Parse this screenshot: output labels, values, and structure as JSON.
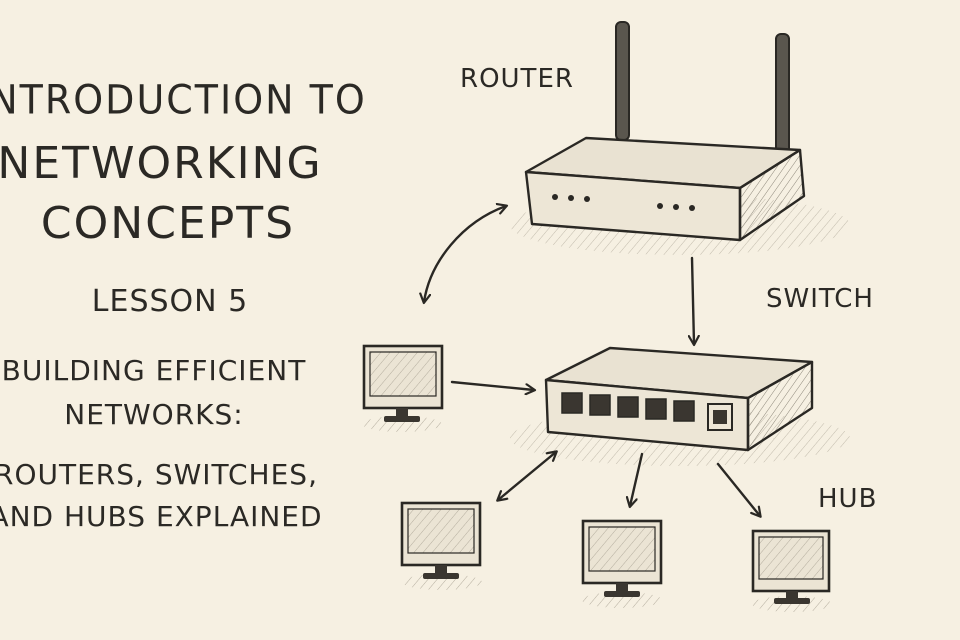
{
  "title": {
    "line1": "NTRODUCTION TO",
    "line2": "NETWORKING",
    "line3": "CONCEPTS",
    "lesson": "LESSON 5",
    "subtitle_line1": "BUILDING EFFICIENT",
    "subtitle_line2": "NETWORKS:",
    "subtitle_line3": "ROUTERS, SWITCHES,",
    "subtitle_line4": "AND HUBS EXPLAINED"
  },
  "labels": {
    "router": "ROUTER",
    "switch": "SWITCH",
    "hub": "HUB"
  },
  "colors": {
    "background": "#f6f0e2",
    "ink": "#2a2824",
    "device_fill": "#e9e2d2"
  },
  "icons": [
    "router-icon",
    "switch-icon",
    "computer-icon",
    "arrow-icon"
  ]
}
